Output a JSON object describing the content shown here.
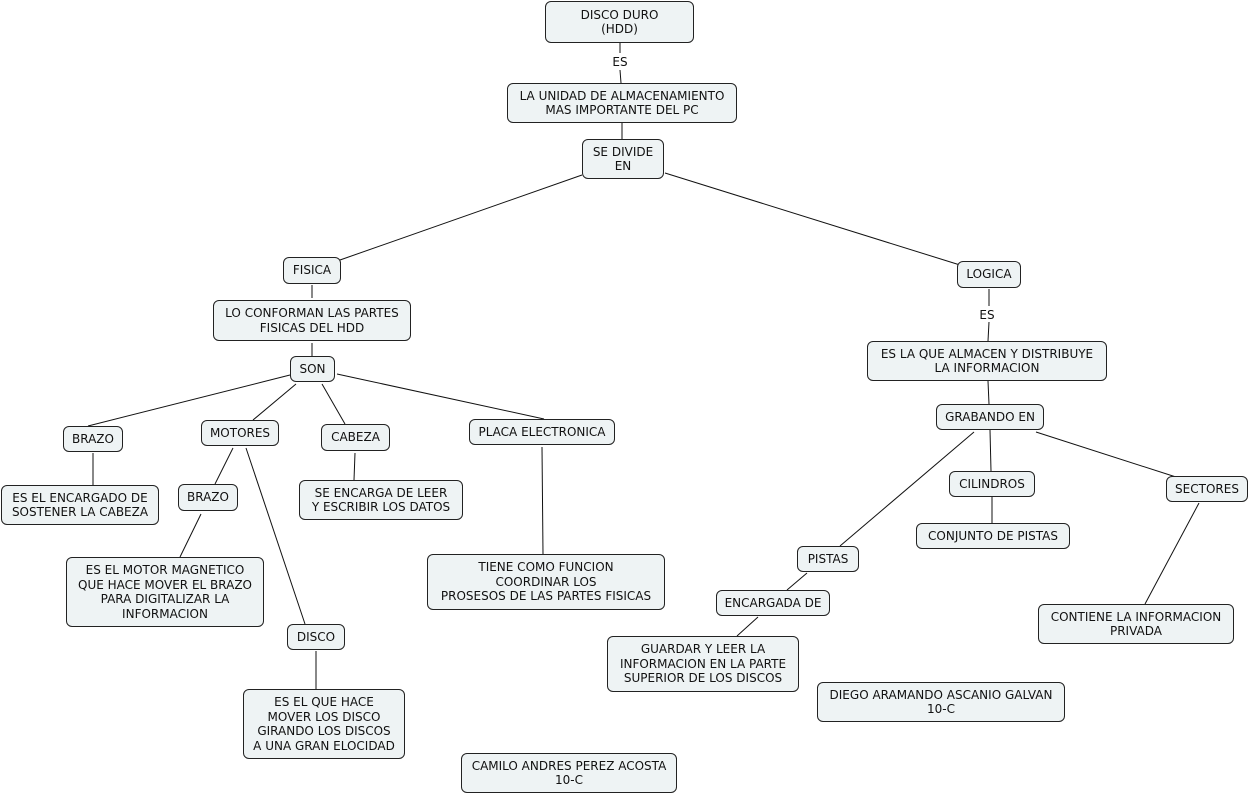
{
  "nodes": {
    "disco_duro": "DISCO DURO\n(HDD)",
    "unidad": "LA UNIDAD DE ALMACENAMIENTO\nMAS IMPORTANTE DEL PC",
    "se_divide": "SE DIVIDE\nEN",
    "fisica": "FISICA",
    "logica": "LOGICA",
    "lo_conforman": "LO CONFORMAN LAS PARTES\nFISICAS DEL HDD",
    "son": "SON",
    "brazo1": "BRAZO",
    "motores": "MOTORES",
    "cabeza": "CABEZA",
    "placa": "PLACA ELECTRONICA",
    "encargado_cabeza": "ES EL ENCARGADO DE\nSOSTENER LA CABEZA",
    "brazo2": "BRAZO",
    "se_encarga": "SE ENCARGA DE LEER\nY ESCRIBIR LOS DATOS",
    "motor_magnetico": "ES EL MOTOR MAGNETICO\nQUE HACE MOVER EL BRAZO\nPARA DIGITALIZAR LA\nINFORMACION",
    "tiene_funcion": "TIENE  COMO FUNCION\nCOORDINAR LOS\nPROSESOS DE LAS PARTES FISICAS",
    "disco": "DISCO",
    "mover_disco": "ES EL QUE HACE\nMOVER LOS DISCO\nGIRANDO LOS DISCOS\nA UNA GRAN ELOCIDAD",
    "camilo": "CAMILO ANDRES PEREZ ACOSTA\n10-C",
    "almacen": "ES LA QUE ALMACEN Y DISTRIBUYE\nLA INFORMACION",
    "grabando": "GRABANDO EN",
    "cilindros": "CILINDROS",
    "sectores": "SECTORES",
    "conjunto_pistas": "CONJUNTO DE PISTAS",
    "pistas": "PISTAS",
    "encargada_de": "ENCARGADA DE",
    "contiene": "CONTIENE LA INFORMACION\nPRIVADA",
    "guardar_leer": "GUARDAR Y LEER LA\nINFORMACION EN LA PARTE\nSUPERIOR DE LOS DISCOS",
    "diego": "DIEGO ARAMANDO ASCANIO GALVAN\n10-C"
  },
  "link_labels": {
    "es_top": "ES",
    "es_logica": "ES"
  }
}
